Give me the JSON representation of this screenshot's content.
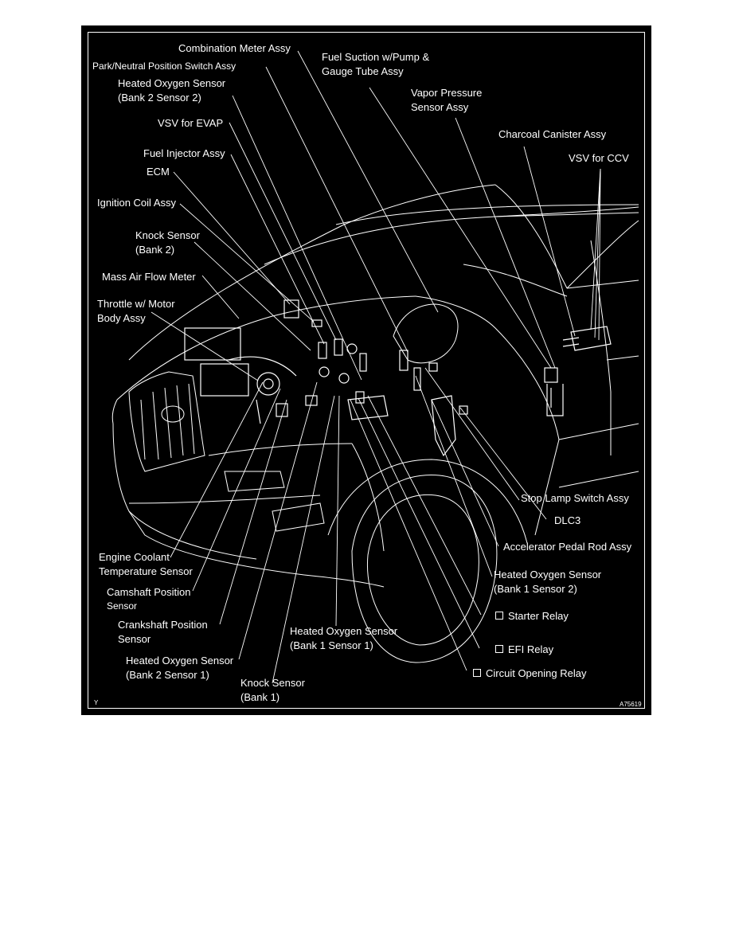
{
  "labels": {
    "combination_meter": "Combination Meter Assy",
    "park_neutral_switch": "Park/Neutral Position Switch Assy",
    "heated_o2_b2s2_1": "Heated Oxygen Sensor",
    "heated_o2_b2s2_2": "(Bank 2 Sensor 2)",
    "vsv_evap": "VSV for EVAP",
    "fuel_injector": "Fuel Injector Assy",
    "ecm": "ECM",
    "ignition_coil": "Ignition Coil Assy",
    "knock_b2_1": "Knock Sensor",
    "knock_b2_2": "(Bank 2)",
    "maf": "Mass Air Flow Meter",
    "throttle_1": "Throttle w/ Motor",
    "throttle_2": "Body Assy",
    "fuel_suction_1": "Fuel Suction w/Pump &",
    "fuel_suction_2": "Gauge Tube Assy",
    "vapor_pressure_1": "Vapor Pressure",
    "vapor_pressure_2": "Sensor Assy",
    "charcoal_canister": "Charcoal Canister Assy",
    "vsv_ccv": "VSV for CCV",
    "stop_lamp": "Stop Lamp Switch Assy",
    "dlc3": "DLC3",
    "accel_pedal": "Accelerator Pedal Rod Assy",
    "heated_o2_b1s2_1": "Heated Oxygen Sensor",
    "heated_o2_b1s2_2": "(Bank 1 Sensor 2)",
    "starter_relay": "Starter Relay",
    "efi_relay": "EFI Relay",
    "circuit_opening_relay": "Circuit Opening Relay",
    "heated_o2_b1s1_1": "Heated Oxygen Sensor",
    "heated_o2_b1s1_2": "(Bank 1 Sensor 1)",
    "ect_1": "Engine Coolant",
    "ect_2": "Temperature Sensor",
    "camshaft_1": "Camshaft Position",
    "camshaft_2": "Sensor",
    "crankshaft_1": "Crankshaft Position",
    "crankshaft_2": "Sensor",
    "heated_o2_b2s1_1": "Heated Oxygen Sensor",
    "heated_o2_b2s1_2": "(Bank 2 Sensor 1)",
    "knock_b1_1": "Knock Sensor",
    "knock_b1_2": "(Bank 1)",
    "corner_left": "Y",
    "figure_code": "A75619"
  }
}
